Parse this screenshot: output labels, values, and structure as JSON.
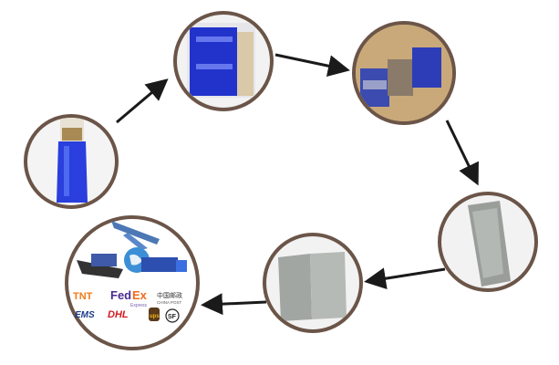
{
  "steps": [
    {
      "name": "filled-bag"
    },
    {
      "name": "sealed-pack"
    },
    {
      "name": "boxed-packs"
    },
    {
      "name": "wrapped-bale"
    },
    {
      "name": "stacked-bales"
    },
    {
      "name": "logistics"
    }
  ],
  "carriers": {
    "tnt": "TNT",
    "fedex_fed": "Fed",
    "fedex_ex": "Ex",
    "fedex_sub": "Express",
    "china_post_cn": "中国邮政",
    "china_post_en": "CHINA POST",
    "ems": "EMS",
    "dhl": "DHL",
    "ups": "ups",
    "sf": "SF"
  },
  "colors": {
    "ring": "#6b5548",
    "arrow": "#1a1a1a",
    "blue": "#2233cc"
  }
}
